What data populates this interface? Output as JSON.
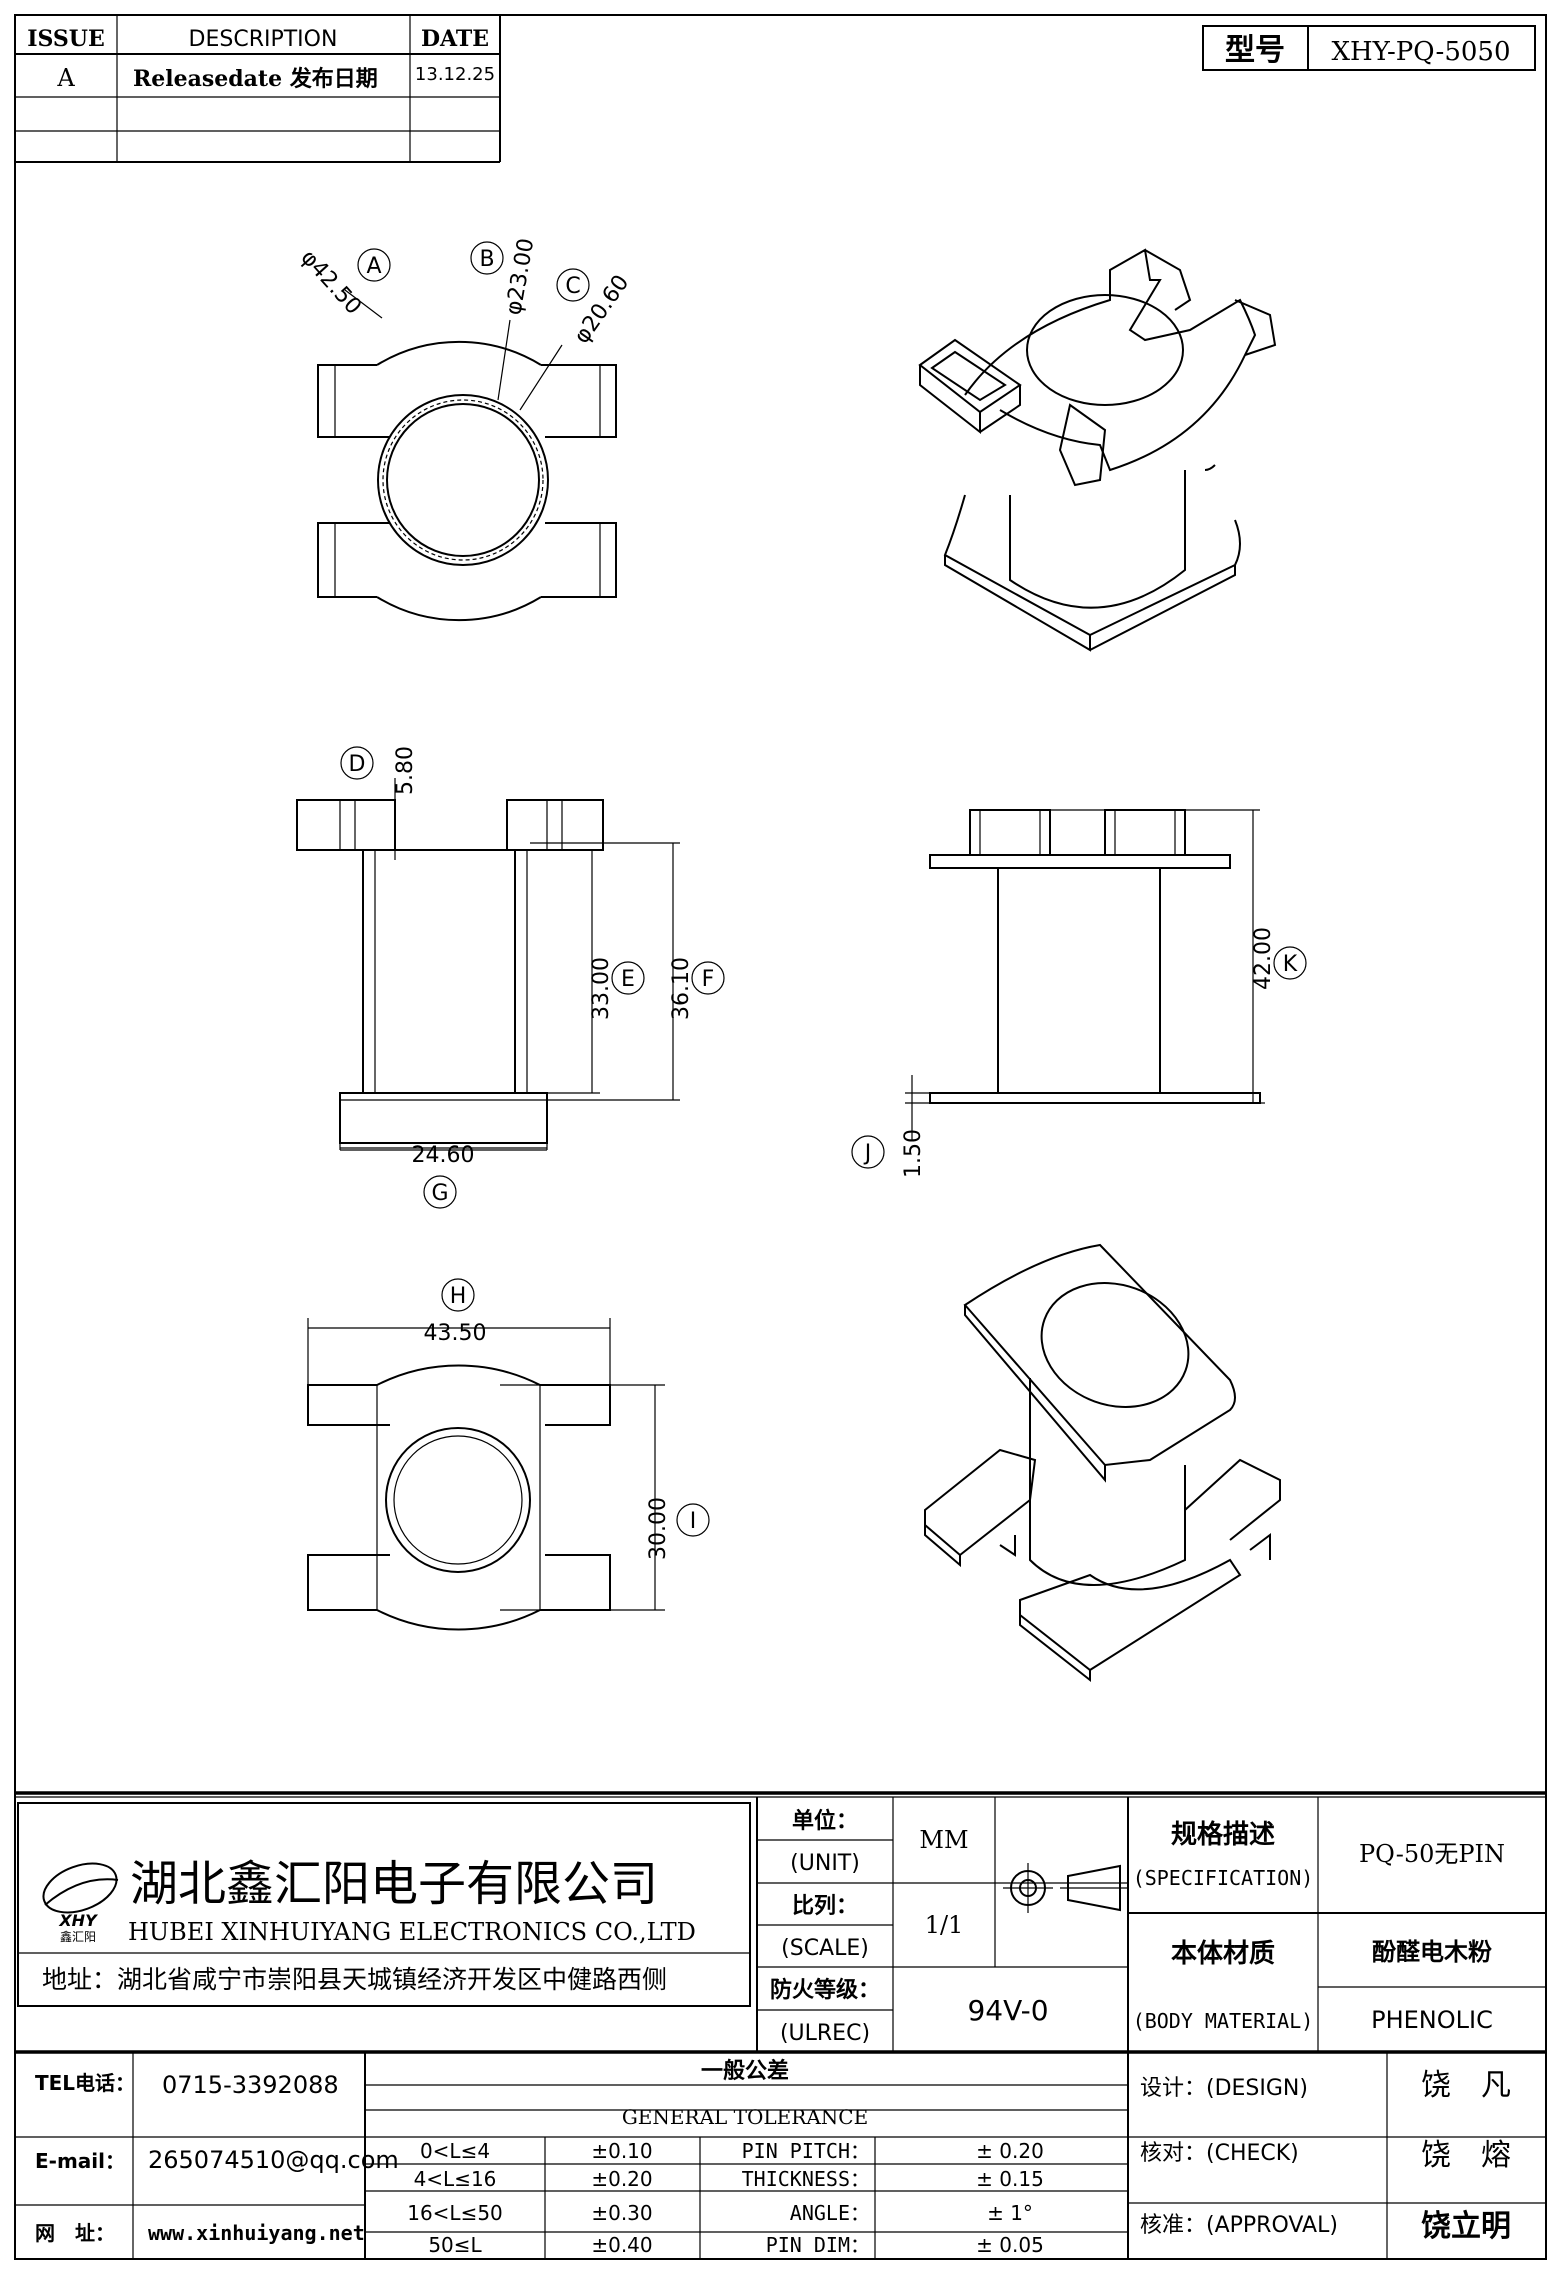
{
  "issue_table": {
    "header": {
      "issue": "ISSUE",
      "description": "DESCRIPTION",
      "date": "DATE"
    },
    "rows": [
      {
        "issue": "A",
        "description": "Releasedate 发布日期",
        "date": "13.12.25"
      }
    ]
  },
  "model": {
    "label": "型号",
    "value": "XHY-PQ-5050"
  },
  "dimensions": {
    "A": {
      "id": "A",
      "value": "φ42.50"
    },
    "B": {
      "id": "B",
      "value": "φ23.00"
    },
    "C": {
      "id": "C",
      "value": "φ20.60"
    },
    "D": {
      "id": "D",
      "value": "5.80"
    },
    "E": {
      "id": "E",
      "value": "33.00"
    },
    "F": {
      "id": "F",
      "value": "36.10"
    },
    "G": {
      "id": "G",
      "value": "24.60"
    },
    "H": {
      "id": "H",
      "value": "43.50"
    },
    "I": {
      "id": "I",
      "value": "30.00"
    },
    "J": {
      "id": "J",
      "value": "1.50"
    },
    "K": {
      "id": "K",
      "value": "42.00"
    }
  },
  "title_block": {
    "company_cn": "湖北鑫汇阳电子有限公司",
    "company_en": "HUBEI XINHUIYANG ELECTRONICS CO.,LTD",
    "logo_text": "XHY",
    "logo_sub": "鑫汇阳",
    "address": "地址：湖北省咸宁市崇阳县天城镇经济开发区中健路西侧",
    "unit_label": "单位：",
    "unit_label_en": "(UNIT)",
    "unit_value": "MM",
    "scale_label": "比列：",
    "scale_label_en": "(SCALE)",
    "scale_value": "1/1",
    "ulrec_label": "防火等级：",
    "ulrec_label_en": "(ULREC)",
    "ulrec_value": "94V-0",
    "spec_label": "规格描述",
    "spec_label_en": "(SPECIFICATION)",
    "spec_value": "PQ-50无PIN",
    "material_label": "本体材质",
    "material_label_en": "(BODY MATERIAL)",
    "material_value_cn": "酚醛电木粉",
    "material_value_en": "PHENOLIC",
    "tel_label": "TEL电话：",
    "tel_value": "0715-3392088",
    "email_label": "E-mail：",
    "email_value": "265074510@qq.com",
    "web_label": "网　址：",
    "web_value": "www.xinhuiyang.net",
    "tolerance_title_cn": "一般公差",
    "tolerance_title_en": "GENERAL TOLERANCE",
    "tolerances": [
      {
        "range": "0<L≤4",
        "value": "±0.10",
        "item": "PIN PITCH：",
        "item_value": "± 0.20"
      },
      {
        "range": "4<L≤16",
        "value": "±0.20",
        "item": "THICKNESS：",
        "item_value": "± 0.15"
      },
      {
        "range": "16<L≤50",
        "value": "±0.30",
        "item": "ANGLE：",
        "item_value": "± 1°"
      },
      {
        "range": "50≤L",
        "value": "±0.40",
        "item": "PIN DIM：",
        "item_value": "± 0.05"
      }
    ],
    "design_label": "设计：(DESIGN)",
    "design_value": "饶　凡",
    "check_label": "核对：(CHECK)",
    "check_value": "饶　熔",
    "approval_label": "核准：(APPROVAL)",
    "approval_value": "饶立明"
  }
}
